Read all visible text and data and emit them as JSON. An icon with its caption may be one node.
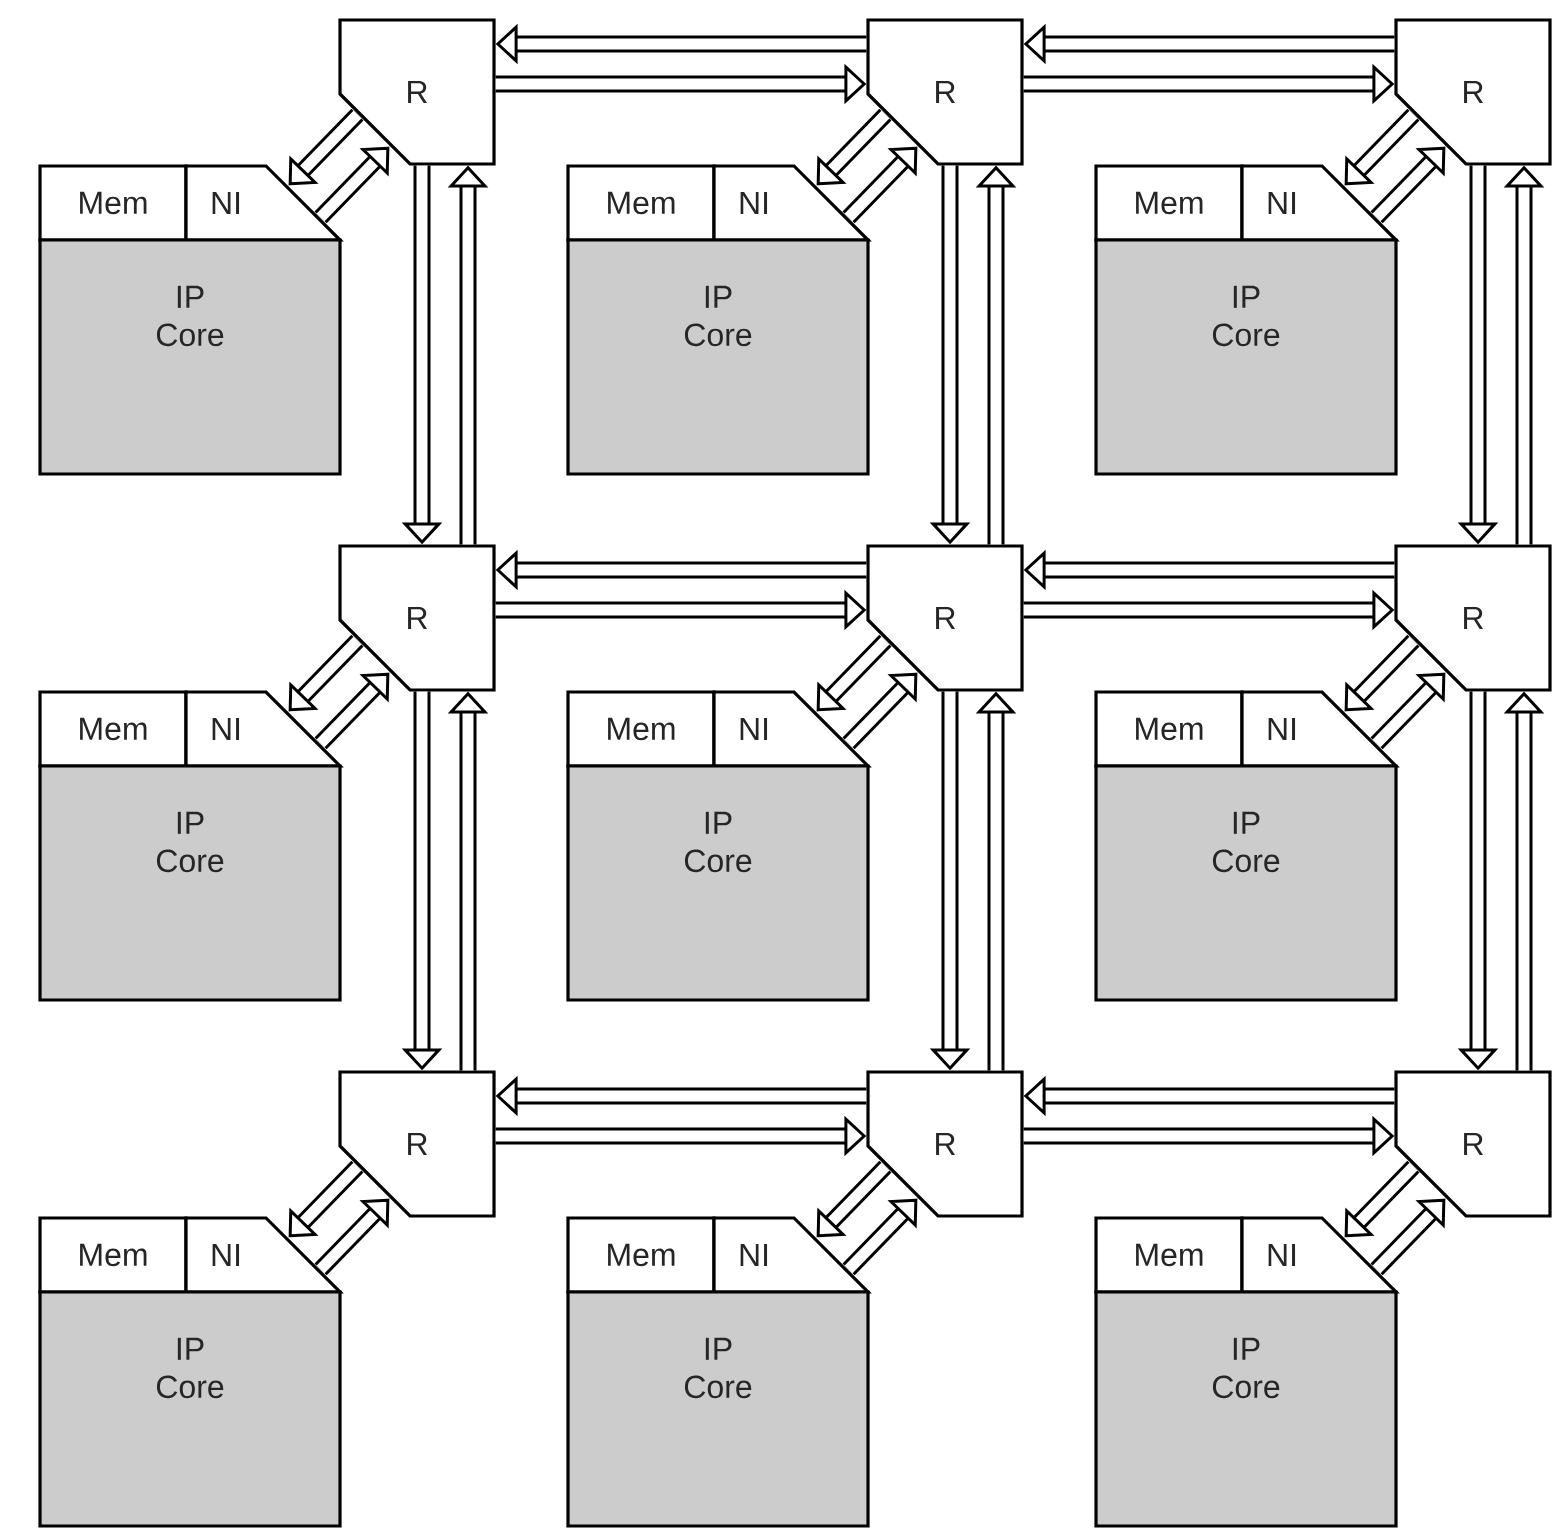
{
  "diagram": {
    "nodes": [
      {
        "text": [
          "R"
        ]
      },
      {
        "text": [
          "Mem"
        ]
      },
      {
        "text": [
          "NI"
        ]
      },
      {
        "text": [
          "IP Core"
        ]
      },
      {
        "text": [
          "R"
        ]
      },
      {
        "text": [
          "Mem"
        ]
      },
      {
        "text": [
          "NI"
        ]
      },
      {
        "text": [
          "IP Core"
        ]
      },
      {
        "text": [
          "R"
        ]
      },
      {
        "text": [
          "Mem"
        ]
      },
      {
        "text": [
          "NI"
        ]
      },
      {
        "text": [
          "IP Core"
        ]
      },
      {
        "text": [
          "R"
        ]
      },
      {
        "text": [
          "Mem"
        ]
      },
      {
        "text": [
          "NI"
        ]
      },
      {
        "text": [
          "IP Core"
        ]
      },
      {
        "text": [
          "R"
        ]
      },
      {
        "text": [
          "Mem"
        ]
      },
      {
        "text": [
          "NI"
        ]
      },
      {
        "text": [
          "IP Core"
        ]
      },
      {
        "text": [
          "R"
        ]
      },
      {
        "text": [
          "Mem"
        ]
      },
      {
        "text": [
          "NI"
        ]
      },
      {
        "text": [
          "IP Core"
        ]
      },
      {
        "text": [
          "R"
        ]
      },
      {
        "text": [
          "Mem"
        ]
      },
      {
        "text": [
          "NI"
        ]
      },
      {
        "text": [
          "IP Core"
        ]
      },
      {
        "text": [
          "R"
        ]
      },
      {
        "text": [
          "Mem"
        ]
      },
      {
        "text": [
          "NI"
        ]
      },
      {
        "text": [
          "IP Core"
        ]
      },
      {
        "text": [
          "R"
        ]
      },
      {
        "text": [
          "Mem"
        ]
      },
      {
        "text": [
          "NI"
        ]
      },
      {
        "text": [
          "IP Core"
        ]
      }
    ],
    "edges": [
      {
        "from": 0,
        "to": 2,
        "arrow": "to"
      },
      {
        "from": 2,
        "to": 0,
        "arrow": "to"
      },
      {
        "from": 4,
        "to": 6,
        "arrow": "to"
      },
      {
        "from": 6,
        "to": 4,
        "arrow": "to"
      },
      {
        "from": 8,
        "to": 10,
        "arrow": "to"
      },
      {
        "from": 10,
        "to": 8,
        "arrow": "to"
      },
      {
        "from": 12,
        "to": 14,
        "arrow": "to"
      },
      {
        "from": 14,
        "to": 12,
        "arrow": "to"
      },
      {
        "from": 16,
        "to": 18,
        "arrow": "to"
      },
      {
        "from": 18,
        "to": 16,
        "arrow": "to"
      },
      {
        "from": 20,
        "to": 22,
        "arrow": "to"
      },
      {
        "from": 22,
        "to": 20,
        "arrow": "to"
      },
      {
        "from": 24,
        "to": 26,
        "arrow": "to"
      },
      {
        "from": 26,
        "to": 24,
        "arrow": "to"
      },
      {
        "from": 28,
        "to": 30,
        "arrow": "to"
      },
      {
        "from": 30,
        "to": 28,
        "arrow": "to"
      },
      {
        "from": 32,
        "to": 34,
        "arrow": "to"
      },
      {
        "from": 34,
        "to": 32,
        "arrow": "to"
      },
      {
        "from": 4,
        "to": 0,
        "arrow": "to"
      },
      {
        "from": 0,
        "to": 4,
        "arrow": "to"
      },
      {
        "from": 8,
        "to": 4,
        "arrow": "to"
      },
      {
        "from": 4,
        "to": 8,
        "arrow": "to"
      },
      {
        "from": 16,
        "to": 12,
        "arrow": "to"
      },
      {
        "from": 12,
        "to": 16,
        "arrow": "to"
      },
      {
        "from": 20,
        "to": 16,
        "arrow": "to"
      },
      {
        "from": 16,
        "to": 20,
        "arrow": "to"
      },
      {
        "from": 28,
        "to": 24,
        "arrow": "to"
      },
      {
        "from": 24,
        "to": 28,
        "arrow": "to"
      },
      {
        "from": 32,
        "to": 28,
        "arrow": "to"
      },
      {
        "from": 28,
        "to": 32,
        "arrow": "to"
      },
      {
        "from": 0,
        "to": 12,
        "arrow": "to"
      },
      {
        "from": 12,
        "to": 0,
        "arrow": "to"
      },
      {
        "from": 4,
        "to": 16,
        "arrow": "to"
      },
      {
        "from": 16,
        "to": 4,
        "arrow": "to"
      },
      {
        "from": 8,
        "to": 20,
        "arrow": "to"
      },
      {
        "from": 20,
        "to": 8,
        "arrow": "to"
      },
      {
        "from": 12,
        "to": 24,
        "arrow": "to"
      },
      {
        "from": 24,
        "to": 12,
        "arrow": "to"
      },
      {
        "from": 16,
        "to": 28,
        "arrow": "to"
      },
      {
        "from": 28,
        "to": 16,
        "arrow": "to"
      },
      {
        "from": 20,
        "to": 32,
        "arrow": "to"
      },
      {
        "from": 32,
        "to": 20,
        "arrow": "to"
      }
    ]
  }
}
